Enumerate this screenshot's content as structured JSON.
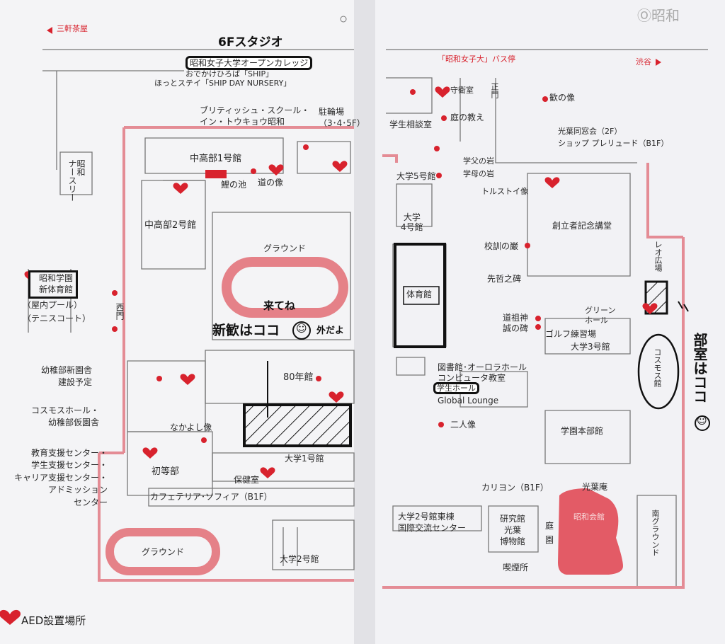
{
  "left_page": {
    "top_arrow_label": "三軒茶屋",
    "annotation_6f": "6Fスタジオ",
    "open_college": "昭和女子大学オープンカレッジ",
    "odekake": "おでかけひろば「SHIP」",
    "nursery": "ほっとステイ「SHIP DAY NURSERY」",
    "british_school": "ブリティッシュ・スクール・\nイン・トウキョウ昭和",
    "bike_parking": "駐輪場\n（3･4･5F）",
    "showa_nursery": "昭和\nナースリー",
    "chuko1": "中高部1号館",
    "koi_pond": "鯉の池",
    "michi_statue": "道の像",
    "chuko2": "中高部2号館",
    "gym_new": "昭和学園\n新体育館",
    "pool": "（屋内プール）",
    "tennis": "（テニスコート）",
    "west_gate": "西門",
    "ground": "グラウンド",
    "kindergarten_new": "幼稚部新園舎\n建設予定",
    "cosmos_hall": "コスモスホール・\n幼稚部仮園舎",
    "nakayoshi": "なかよし像",
    "hall80": "80年館",
    "edu_support": "教育支援センター・\n学生支援センター・\nキャリア支援センター・\nアドミッション\nセンター",
    "elementary": "初等部",
    "univ1": "大学1号館",
    "health_room": "保健室",
    "cafeteria": "カフェテリア･ソフィア（B1F）",
    "ground2": "グラウンド",
    "univ2": "大学2号館",
    "aed_legend": "AED設置場所"
  },
  "right_page": {
    "bus_stop": "「昭和女子大」バス停",
    "shibuya": "渋谷",
    "guard_room": "守衛室",
    "main_gate": "正門",
    "kan_statue": "歓の像",
    "garden_teaching": "庭の教え",
    "student_consult": "学生相談室",
    "koyo_alumni": "光葉同窓会（2F）\nショップ プレリュード（B1F）",
    "father_rock": "学父の岩",
    "mother_rock": "学母の岩",
    "univ5": "大学5号館",
    "tolstoy": "トルストイ像",
    "univ4": "大学\n4号館",
    "founders_hall": "創立者記念講堂",
    "kokun": "校訓の巌",
    "gymnasium": "体育館",
    "senteki": "先哲之碑",
    "leo_plaza": "レオ広場",
    "dosojin": "道祖神",
    "makoto": "誠の碑",
    "green_hall": "グリーン\nホール",
    "golf": "ゴルフ練習場",
    "univ3": "大学3号館",
    "cosmos_kan": "コスモス館",
    "library": "図書館･オーロラホール",
    "computer_room": "コンピュータ教室",
    "student_hall": "学生ホール",
    "global_lounge": "Global Lounge",
    "two_people": "二人像",
    "gakuen_hq": "学園本部館",
    "carillon": "カリヨン（B1F）",
    "koyoan": "光葉庵",
    "showa_kaikan": "昭和会館",
    "univ2_east": "大学2号館東棟\n国際交流センター",
    "research": "研究館\n光葉\n博物館",
    "garden": "庭\n園",
    "south_ground": "南グラウンド",
    "smoking": "喫煙所",
    "page_header": "Ⓞ昭和　"
  },
  "handwriting": {
    "welcome_here": "新歓はココ",
    "outside": "外だよ",
    "kuruna": "来てね",
    "club_room": "部室はココ",
    "smiley": "☺"
  },
  "colors": {
    "accent_red": "#d8222d",
    "line_pink": "#e9a3a8",
    "ink": "#111111",
    "paper": "#f6f6f8"
  },
  "icons": [
    "aed-heart-icon",
    "monument-dot-icon",
    "arrow-left-icon",
    "arrow-right-icon"
  ]
}
